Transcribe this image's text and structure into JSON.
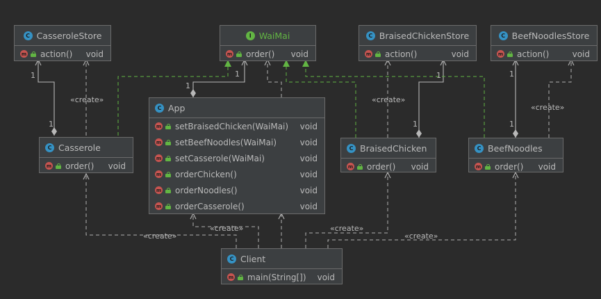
{
  "labels": {
    "create": "«create»",
    "one": "1"
  },
  "colors": {
    "background": "#2b2b2b",
    "box": "#3c3f41",
    "border": "#6b6b6b",
    "text": "#bbbbbb",
    "interface_name": "#62b543",
    "class_badge": "#3592c4",
    "interface_badge": "#62b543",
    "method_badge": "#c75450",
    "realization_line": "#62b543",
    "dependency_line": "#b0b0b0"
  },
  "classes": {
    "casseroleStore": {
      "badge": "C",
      "name": "CasseroleStore",
      "methods": [
        {
          "badge": "m",
          "name": "action()",
          "ret": "void"
        }
      ]
    },
    "waimai": {
      "badge": "I",
      "name": "WaiMai",
      "methods": [
        {
          "badge": "m",
          "name": "order()",
          "ret": "void"
        }
      ]
    },
    "braisedChickenStore": {
      "badge": "C",
      "name": "BraisedChickenStore",
      "methods": [
        {
          "badge": "m",
          "name": "action()",
          "ret": "void"
        }
      ]
    },
    "beefNoodlesStore": {
      "badge": "C",
      "name": "BeefNoodlesStore",
      "methods": [
        {
          "badge": "m",
          "name": "action()",
          "ret": "void"
        }
      ]
    },
    "app": {
      "badge": "C",
      "name": "App",
      "methods": [
        {
          "badge": "m",
          "name": "setBraisedChicken(WaiMai)",
          "ret": "void"
        },
        {
          "badge": "m",
          "name": "setBeefNoodles(WaiMai)",
          "ret": "void"
        },
        {
          "badge": "m",
          "name": "setCasserole(WaiMai)",
          "ret": "void"
        },
        {
          "badge": "m",
          "name": "orderChicken()",
          "ret": "void"
        },
        {
          "badge": "m",
          "name": "orderNoodles()",
          "ret": "void"
        },
        {
          "badge": "m",
          "name": "orderCasserole()",
          "ret": "void"
        }
      ]
    },
    "casserole": {
      "badge": "C",
      "name": "Casserole",
      "methods": [
        {
          "badge": "m",
          "name": "order()",
          "ret": "void"
        }
      ]
    },
    "braisedChicken": {
      "badge": "C",
      "name": "BraisedChicken",
      "methods": [
        {
          "badge": "m",
          "name": "order()",
          "ret": "void"
        }
      ]
    },
    "beefNoodles": {
      "badge": "C",
      "name": "BeefNoodles",
      "methods": [
        {
          "badge": "m",
          "name": "order()",
          "ret": "void"
        }
      ]
    },
    "client": {
      "badge": "C",
      "name": "Client",
      "methods": [
        {
          "badge": "m",
          "name": "main(String[])",
          "ret": "void"
        }
      ]
    }
  }
}
